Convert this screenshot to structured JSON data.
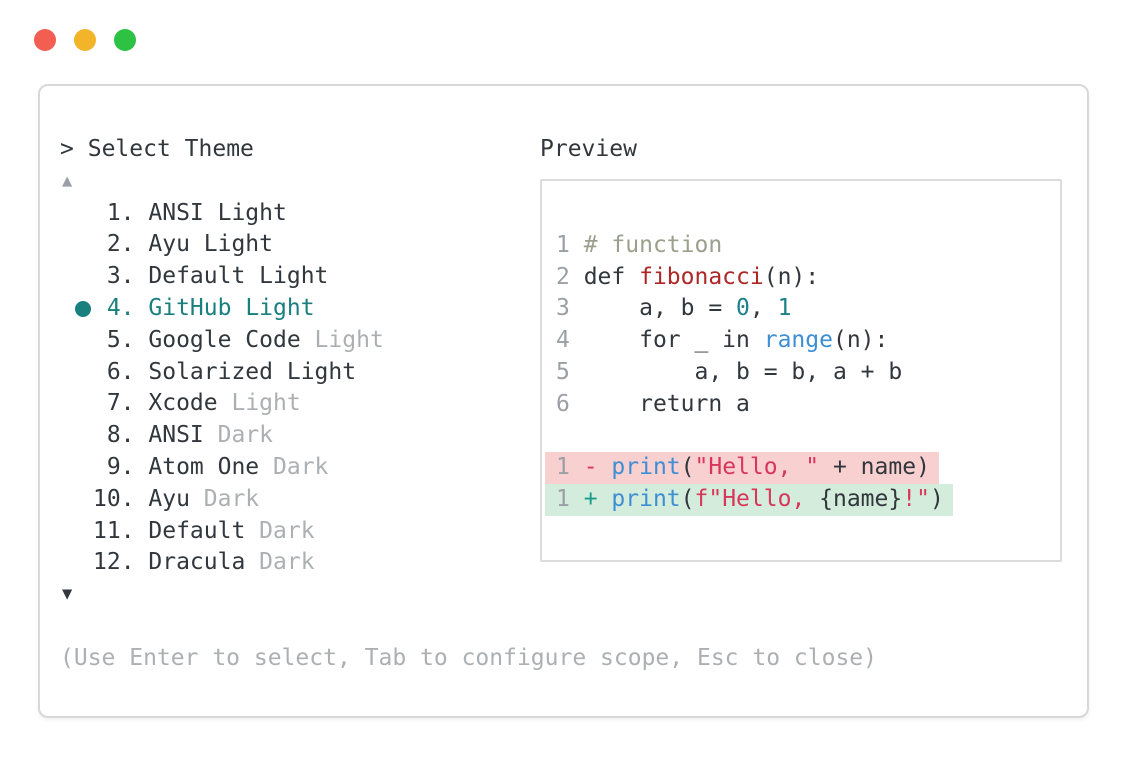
{
  "window": {
    "controls": [
      {
        "name": "close",
        "color": "#f25f52"
      },
      {
        "name": "minimize",
        "color": "#f2b52a"
      },
      {
        "name": "zoom",
        "color": "#2dc244"
      }
    ]
  },
  "prompt": {
    "caret": ">",
    "title": "Select Theme"
  },
  "theme_list": {
    "scroll_up_indicator": "▲",
    "scroll_down_indicator": "▼",
    "items": [
      {
        "number": "1",
        "name": "ANSI",
        "suffix": "Light",
        "suffix_muted": false,
        "selected": false
      },
      {
        "number": "2",
        "name": "Ayu",
        "suffix": "Light",
        "suffix_muted": false,
        "selected": false
      },
      {
        "number": "3",
        "name": "Default",
        "suffix": "Light",
        "suffix_muted": false,
        "selected": false
      },
      {
        "number": "4",
        "name": "GitHub",
        "suffix": "Light",
        "suffix_muted": false,
        "selected": true
      },
      {
        "number": "5",
        "name": "Google Code",
        "suffix": "Light",
        "suffix_muted": true,
        "selected": false
      },
      {
        "number": "6",
        "name": "Solarized",
        "suffix": "Light",
        "suffix_muted": false,
        "selected": false
      },
      {
        "number": "7",
        "name": "Xcode",
        "suffix": "Light",
        "suffix_muted": true,
        "selected": false
      },
      {
        "number": "8",
        "name": "ANSI",
        "suffix": "Dark",
        "suffix_muted": true,
        "selected": false
      },
      {
        "number": "9",
        "name": "Atom One",
        "suffix": "Dark",
        "suffix_muted": true,
        "selected": false
      },
      {
        "number": "10",
        "name": "Ayu",
        "suffix": "Dark",
        "suffix_muted": true,
        "selected": false
      },
      {
        "number": "11",
        "name": "Default",
        "suffix": "Dark",
        "suffix_muted": true,
        "selected": false
      },
      {
        "number": "12",
        "name": "Dracula",
        "suffix": "Dark",
        "suffix_muted": true,
        "selected": false
      }
    ]
  },
  "preview": {
    "label": "Preview",
    "colors": {
      "default": "#31373c",
      "comment": "#9aa08c",
      "func": "#ad2727",
      "number": "#1c7f8c",
      "builtin": "#3e8ed4",
      "string": "#d8365a",
      "addsign": "#1a9c8c",
      "linenum": "#9aa0a5",
      "del_bg": "#f8d0d0",
      "add_bg": "#d4ecdb"
    },
    "code_lines": [
      {
        "num": "1",
        "tokens": [
          {
            "t": "# function",
            "c": "comment"
          }
        ]
      },
      {
        "num": "2",
        "tokens": [
          {
            "t": "def ",
            "c": "default"
          },
          {
            "t": "fibonacci",
            "c": "func"
          },
          {
            "t": "(n):",
            "c": "default"
          }
        ]
      },
      {
        "num": "3",
        "tokens": [
          {
            "t": "    a, b = ",
            "c": "default"
          },
          {
            "t": "0",
            "c": "number"
          },
          {
            "t": ", ",
            "c": "default"
          },
          {
            "t": "1",
            "c": "number"
          }
        ]
      },
      {
        "num": "4",
        "tokens": [
          {
            "t": "    for _ in ",
            "c": "default"
          },
          {
            "t": "range",
            "c": "builtin"
          },
          {
            "t": "(n):",
            "c": "default"
          }
        ]
      },
      {
        "num": "5",
        "tokens": [
          {
            "t": "        a, b = b, a + b",
            "c": "default"
          }
        ]
      },
      {
        "num": "6",
        "tokens": [
          {
            "t": "    return a",
            "c": "default"
          }
        ]
      },
      {
        "blank": true
      },
      {
        "num": "1",
        "bg": "del",
        "tokens": [
          {
            "t": "- ",
            "c": "string"
          },
          {
            "t": "print",
            "c": "builtin"
          },
          {
            "t": "(",
            "c": "default"
          },
          {
            "t": "\"Hello, \"",
            "c": "string"
          },
          {
            "t": " + name)",
            "c": "default"
          }
        ]
      },
      {
        "num": "1",
        "bg": "add",
        "tokens": [
          {
            "t": "+ ",
            "c": "addsign"
          },
          {
            "t": "print",
            "c": "builtin"
          },
          {
            "t": "(",
            "c": "default"
          },
          {
            "t": "f\"Hello, ",
            "c": "string"
          },
          {
            "t": "{name}",
            "c": "default"
          },
          {
            "t": "!\"",
            "c": "string"
          },
          {
            "t": ")",
            "c": "default"
          }
        ]
      }
    ]
  },
  "footer": {
    "hint": "(Use Enter to select, Tab to configure scope, Esc to close)"
  },
  "palette": {
    "text_primary": "#31373c",
    "text_muted": "#acb0b3",
    "selection_teal": "#1a7f7f",
    "border": "#d8d8d8"
  }
}
